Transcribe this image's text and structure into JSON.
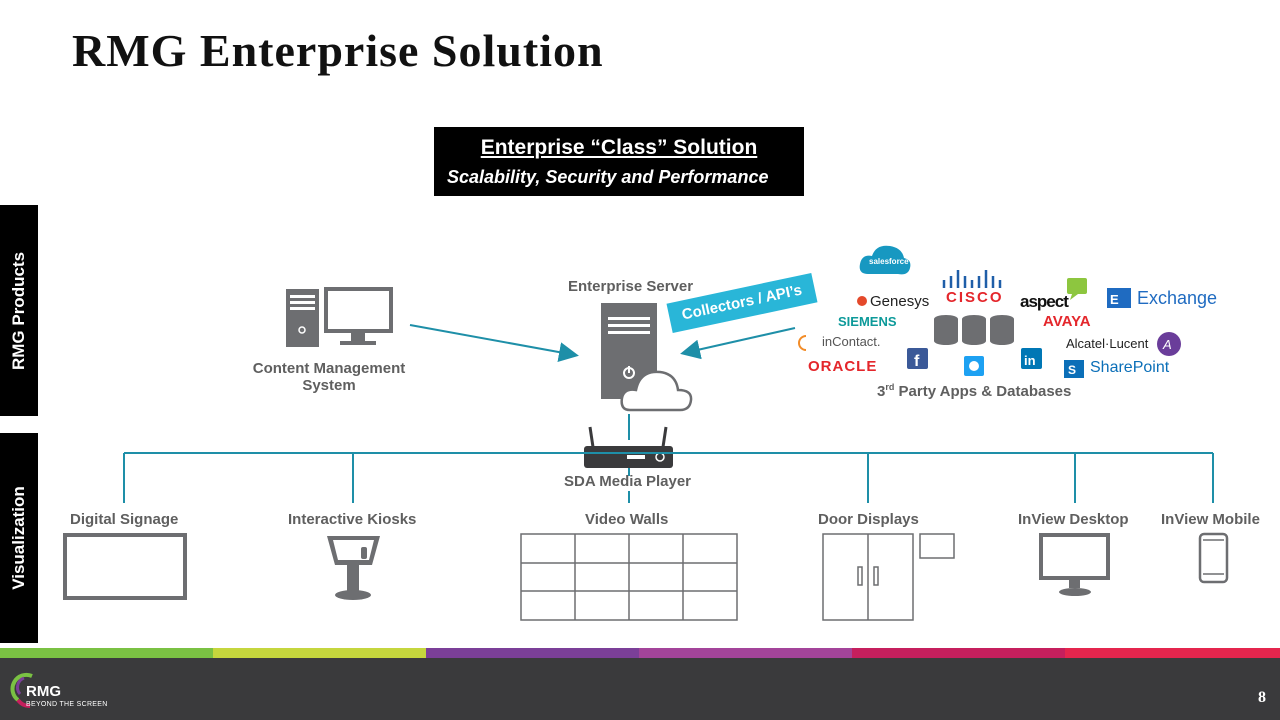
{
  "title": "RMG Enterprise Solution",
  "class_box": {
    "title": "Enterprise “Class” Solution",
    "subtitle": "Scalability, Security and Performance"
  },
  "side_labels": {
    "products": "RMG Products",
    "visualization": "Visualization"
  },
  "nodes": {
    "cms": [
      "Content Management",
      "System"
    ],
    "enterprise_server": "Enterprise Server",
    "collectors": "Collectors / API’s",
    "sda_player": "SDA Media Player",
    "third_party": {
      "prefix": "3",
      "sup": "rd",
      "suffix": " Party Apps & Databases"
    }
  },
  "brands": {
    "salesforce": "salesforce",
    "genesys": "Genesys",
    "cisco": "CISCO",
    "aspect": "aspect",
    "exchange": "Exchange",
    "siemens": "SIEMENS",
    "avaya": "AVAYA",
    "incontact": "inContact.",
    "alcatel": "Alcatel·Lucent",
    "oracle": "ORACLE",
    "sharepoint": "SharePoint"
  },
  "visualizations": [
    "Digital Signage",
    "Interactive Kiosks",
    "Video Walls",
    "Door Displays",
    "InView Desktop",
    "InView Mobile"
  ],
  "footer": {
    "logo": "RMG",
    "tagline": "BEYOND THE SCREEN",
    "page": "8"
  },
  "colors": {
    "connector": "#1e8fa8",
    "icon_gray": "#6d6e71",
    "stripes": [
      "#7ac143",
      "#c5d63d",
      "#7b3f98",
      "#a3449a",
      "#c51f5d",
      "#e4254d"
    ]
  }
}
